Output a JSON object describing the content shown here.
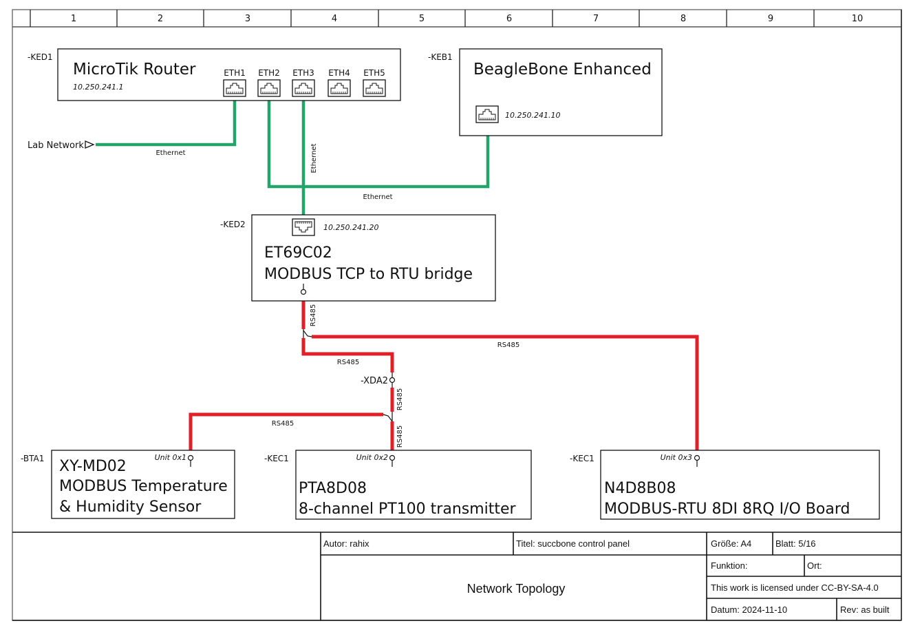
{
  "frame": {
    "columns": [
      "1",
      "2",
      "3",
      "4",
      "5",
      "6",
      "7",
      "8",
      "9",
      "10"
    ]
  },
  "colors": {
    "ethernet": "#23a46a",
    "rs485": "#e01f26",
    "line": "#111111",
    "frame": "#777777"
  },
  "devices": {
    "router": {
      "tag": "-KED1",
      "title": "MicroTik Router",
      "ip": "10.250.241.1",
      "ports": [
        "ETH1",
        "ETH2",
        "ETH3",
        "ETH4",
        "ETH5"
      ],
      "port_icon": "rj45-port-icon"
    },
    "beaglebone": {
      "tag": "-KEB1",
      "title": "BeagleBone Enhanced",
      "ip": "10.250.241.10"
    },
    "bridge": {
      "tag": "-KED2",
      "ip": "10.250.241.20",
      "line1": "ET69C02",
      "line2": "MODBUS TCP to RTU bridge"
    },
    "sensor": {
      "tag": "-BTA1",
      "unit": "Unit 0x1",
      "line1": "XY-MD02",
      "line2": "MODBUS Temperature",
      "line3": "& Humidity Sensor"
    },
    "transmitter": {
      "tag": "-KEC1",
      "unit": "Unit 0x2",
      "line1": "PTA8D08",
      "line2": "8-channel PT100 transmitter"
    },
    "ioboard": {
      "tag": "-KEC1",
      "unit": "Unit 0x3",
      "line1": "N4D8B08",
      "line2": "MODBUS-RTU 8DI 8RQ I/O Board"
    },
    "terminal": {
      "tag": "-XDA2"
    }
  },
  "wires": {
    "lab_network_label": "Lab Network",
    "ethernet_label": "Ethernet",
    "rs485_label": "RS485"
  },
  "title_block": {
    "author": "Autor: rahix",
    "title": "Titel: succbone control panel",
    "size": "Größe: A4",
    "sheet": "Blatt: 5/16",
    "function": "Funktion:",
    "location": "Ort:",
    "license": "This work is licensed under CC-BY-SA-4.0",
    "date": "Datum: 2024-11-10",
    "revision": "Rev: as built",
    "drawing_name": "Network Topology"
  }
}
